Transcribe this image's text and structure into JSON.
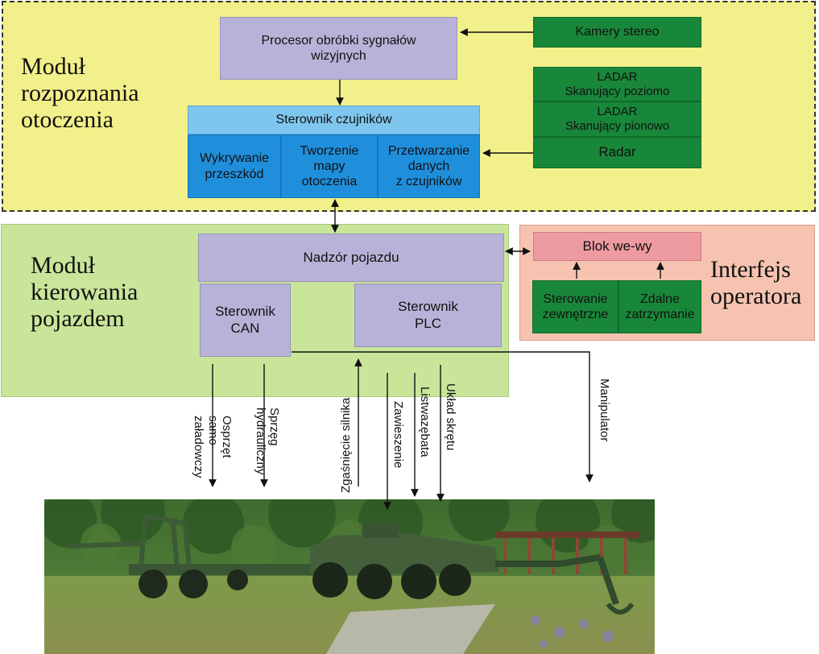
{
  "modules": {
    "recognition_title": "Moduł\nrozpoznania\notoczenia",
    "steering_title": "Moduł\nkierowania\npojazdem",
    "operator_title": "Interfejs\noperatora"
  },
  "blocks": {
    "signal_processor": "Procesor obróbki sygnałów\nwizyjnych",
    "sensor_controller": "Sterownik czujników",
    "obstacle_detection": "Wykrywanie\nprzeszkód",
    "map_building": "Tworzenie\nmapy\notoczenia",
    "sensor_data_processing": "Przetwarzanie\ndanych\nz czujników",
    "stereo_cameras": "Kamery stereo",
    "ladar_horizontal": "LADAR\nSkanujący poziomo",
    "ladar_vertical": "LADAR\nSkanujący pionowo",
    "radar": "Radar",
    "vehicle_supervision": "Nadzór pojazdu",
    "can_controller": "Sterownik\nCAN",
    "plc_controller": "Sterownik\nPLC",
    "io_block": "Blok we-wy",
    "external_control": "Sterowanie\nzewnętrzne",
    "remote_stop": "Zdalne\nzatrzymanie"
  },
  "signals": {
    "loader_equipment": "Osprzęt\nsamo-\nzaładowczy",
    "hydraulic_coupling": "Sprzęg\nhydrauliczny",
    "engine_shutdown": "Zgaśnięcie silnika",
    "suspension": "Zawieszenie",
    "rack_gear": "Listwazębata",
    "steering_system": "Układ skrętu",
    "manipulator": "Manipulator"
  },
  "colors": {
    "recognition_bg": "#f2f08a",
    "steering_bg": "#c8e59a",
    "operator_bg": "#f6c3b0",
    "lavender": "#b9b2d8",
    "sky": "#7fc6ee",
    "blue": "#1f8fdc",
    "green": "#19873a",
    "pink": "#ee9aa1"
  }
}
